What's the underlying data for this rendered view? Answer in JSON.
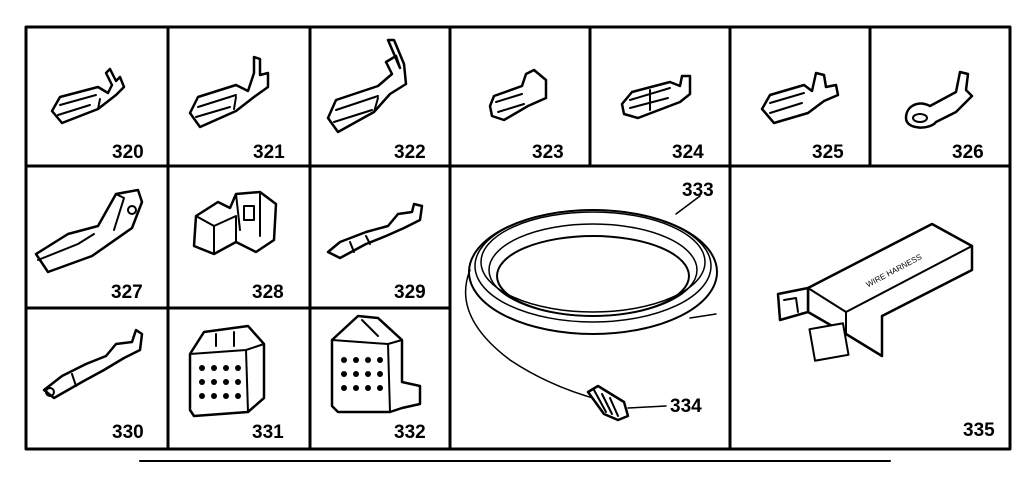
{
  "parts": [
    {
      "number": "320",
      "icon": "female-terminal-icon"
    },
    {
      "number": "321",
      "icon": "female-terminal-large-icon"
    },
    {
      "number": "322",
      "icon": "female-terminal-xlarge-icon"
    },
    {
      "number": "323",
      "icon": "small-terminal-icon"
    },
    {
      "number": "324",
      "icon": "flag-terminal-icon"
    },
    {
      "number": "325",
      "icon": "insulated-terminal-icon"
    },
    {
      "number": "326",
      "icon": "ring-terminal-icon"
    },
    {
      "number": "327",
      "icon": "right-angle-terminal-icon"
    },
    {
      "number": "328",
      "icon": "terminal-clip-icon"
    },
    {
      "number": "329",
      "icon": "pin-terminal-icon"
    },
    {
      "number": "330",
      "icon": "socket-terminal-icon"
    },
    {
      "number": "331",
      "icon": "connector-block-icon"
    },
    {
      "number": "332",
      "icon": "connector-block-flanged-icon"
    },
    {
      "number": "333",
      "icon": "wire-coil-icon"
    },
    {
      "number": "334",
      "icon": "wire-nut-icon"
    },
    {
      "number": "335",
      "icon": "wire-harness-box-icon"
    }
  ],
  "box_text": "WIRE HARNESS"
}
